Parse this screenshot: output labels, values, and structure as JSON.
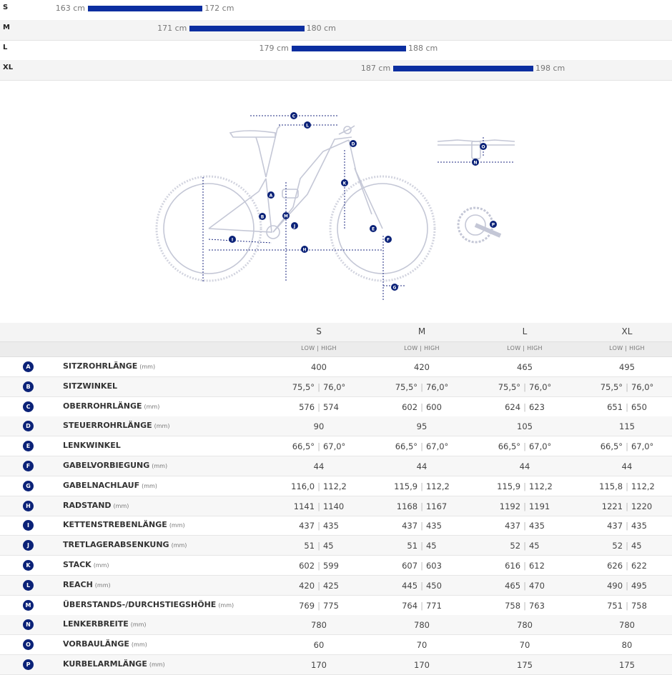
{
  "size_ranges": [
    {
      "size": "S",
      "min": "163 cm",
      "max": "172 cm",
      "min_cm": 163,
      "max_cm": 172
    },
    {
      "size": "M",
      "min": "171 cm",
      "max": "180 cm",
      "min_cm": 171,
      "max_cm": 180
    },
    {
      "size": "L",
      "min": "179 cm",
      "max": "188 cm",
      "min_cm": 179,
      "max_cm": 188
    },
    {
      "size": "XL",
      "min": "187 cm",
      "max": "198 cm",
      "min_cm": 187,
      "max_cm": 198
    }
  ],
  "diagram_letters": [
    "A",
    "B",
    "C",
    "D",
    "E",
    "F",
    "G",
    "H",
    "I",
    "J",
    "K",
    "L",
    "M",
    "N",
    "O",
    "P"
  ],
  "table": {
    "sizes": [
      "S",
      "M",
      "L",
      "XL"
    ],
    "sub_header": "LOW | HIGH",
    "rows": [
      {
        "letter": "A",
        "name": "SITZROHRLÄNGE",
        "unit": "(mm)",
        "values": [
          [
            "400"
          ],
          [
            "420"
          ],
          [
            "465"
          ],
          [
            "495"
          ]
        ]
      },
      {
        "letter": "B",
        "name": "SITZWINKEL",
        "unit": "",
        "values": [
          [
            "75,5°",
            "76,0°"
          ],
          [
            "75,5°",
            "76,0°"
          ],
          [
            "75,5°",
            "76,0°"
          ],
          [
            "75,5°",
            "76,0°"
          ]
        ]
      },
      {
        "letter": "C",
        "name": "OBERROHRLÄNGE",
        "unit": "(mm)",
        "values": [
          [
            "576",
            "574"
          ],
          [
            "602",
            "600"
          ],
          [
            "624",
            "623"
          ],
          [
            "651",
            "650"
          ]
        ]
      },
      {
        "letter": "D",
        "name": "STEUERROHRLÄNGE",
        "unit": "(mm)",
        "values": [
          [
            "90"
          ],
          [
            "95"
          ],
          [
            "105"
          ],
          [
            "115"
          ]
        ]
      },
      {
        "letter": "E",
        "name": "LENKWINKEL",
        "unit": "",
        "values": [
          [
            "66,5°",
            "67,0°"
          ],
          [
            "66,5°",
            "67,0°"
          ],
          [
            "66,5°",
            "67,0°"
          ],
          [
            "66,5°",
            "67,0°"
          ]
        ]
      },
      {
        "letter": "F",
        "name": "GABELVORBIEGUNG",
        "unit": "(mm)",
        "values": [
          [
            "44"
          ],
          [
            "44"
          ],
          [
            "44"
          ],
          [
            "44"
          ]
        ]
      },
      {
        "letter": "G",
        "name": "GABELNACHLAUF",
        "unit": "(mm)",
        "values": [
          [
            "116,0",
            "112,2"
          ],
          [
            "115,9",
            "112,2"
          ],
          [
            "115,9",
            "112,2"
          ],
          [
            "115,8",
            "112,2"
          ]
        ]
      },
      {
        "letter": "H",
        "name": "RADSTAND",
        "unit": "(mm)",
        "values": [
          [
            "1141",
            "1140"
          ],
          [
            "1168",
            "1167"
          ],
          [
            "1192",
            "1191"
          ],
          [
            "1221",
            "1220"
          ]
        ]
      },
      {
        "letter": "I",
        "name": "KETTENSTREBENLÄNGE",
        "unit": "(mm)",
        "values": [
          [
            "437",
            "435"
          ],
          [
            "437",
            "435"
          ],
          [
            "437",
            "435"
          ],
          [
            "437",
            "435"
          ]
        ]
      },
      {
        "letter": "J",
        "name": "TRETLAGERABSENKUNG",
        "unit": "(mm)",
        "values": [
          [
            "51",
            "45"
          ],
          [
            "51",
            "45"
          ],
          [
            "52",
            "45"
          ],
          [
            "52",
            "45"
          ]
        ]
      },
      {
        "letter": "K",
        "name": "STACK",
        "unit": "(mm)",
        "values": [
          [
            "602",
            "599"
          ],
          [
            "607",
            "603"
          ],
          [
            "616",
            "612"
          ],
          [
            "626",
            "622"
          ]
        ]
      },
      {
        "letter": "L",
        "name": "REACH",
        "unit": "(mm)",
        "values": [
          [
            "420",
            "425"
          ],
          [
            "445",
            "450"
          ],
          [
            "465",
            "470"
          ],
          [
            "490",
            "495"
          ]
        ]
      },
      {
        "letter": "M",
        "name": "ÜBERSTANDS-/DURCHSTIEGSHÖHE",
        "unit": "(mm)",
        "values": [
          [
            "769",
            "775"
          ],
          [
            "764",
            "771"
          ],
          [
            "758",
            "763"
          ],
          [
            "751",
            "758"
          ]
        ]
      },
      {
        "letter": "N",
        "name": "LENKERBREITE",
        "unit": "(mm)",
        "values": [
          [
            "780"
          ],
          [
            "780"
          ],
          [
            "780"
          ],
          [
            "780"
          ]
        ]
      },
      {
        "letter": "O",
        "name": "VORBAULÄNGE",
        "unit": "(mm)",
        "values": [
          [
            "60"
          ],
          [
            "70"
          ],
          [
            "70"
          ],
          [
            "80"
          ]
        ]
      },
      {
        "letter": "P",
        "name": "KURBELARMLÄNGE",
        "unit": "(mm)",
        "values": [
          [
            "170"
          ],
          [
            "170"
          ],
          [
            "175"
          ],
          [
            "175"
          ]
        ]
      }
    ]
  },
  "colors": {
    "accent": "#0b2ea0",
    "badge": "#0b2278",
    "line": "#bfc3d6"
  }
}
